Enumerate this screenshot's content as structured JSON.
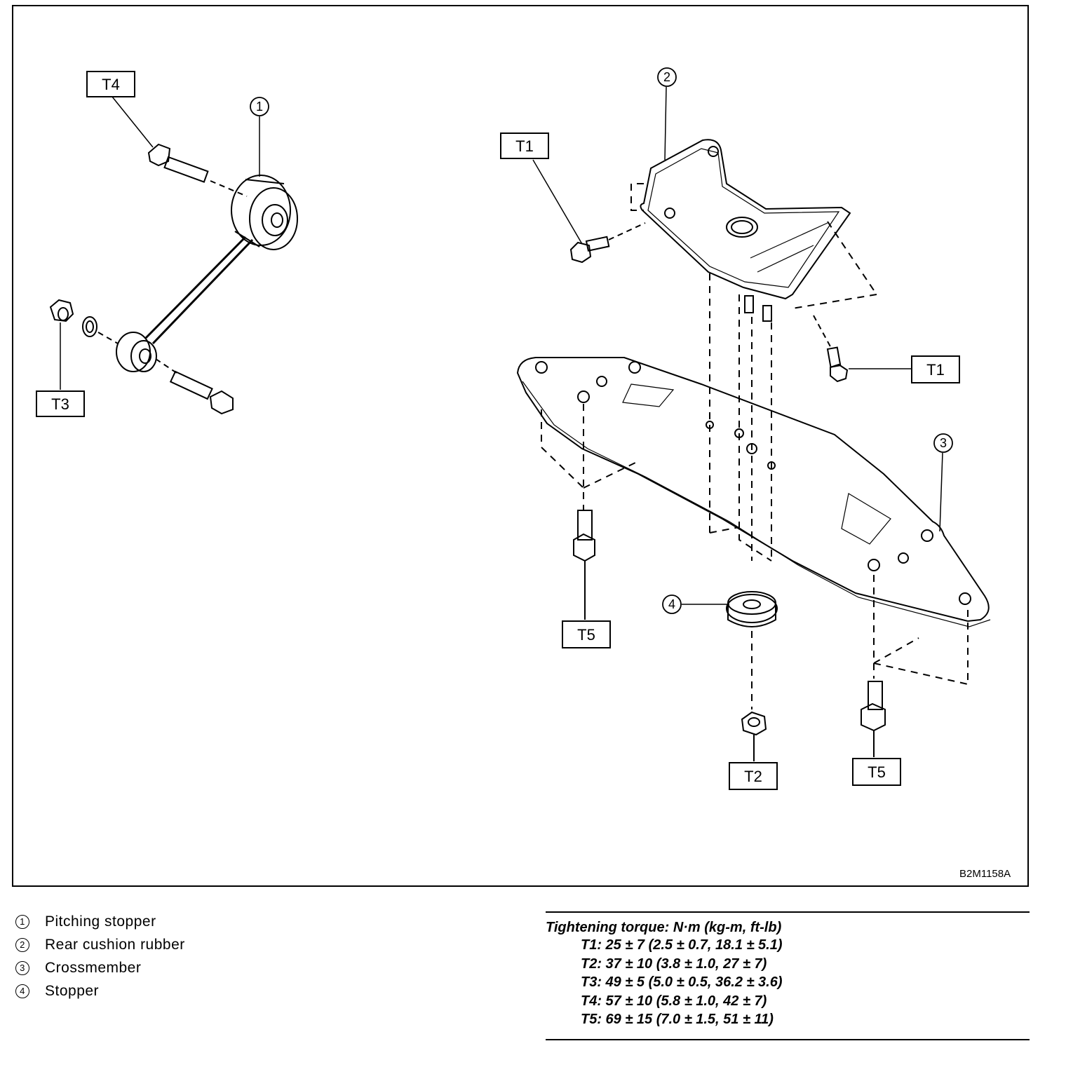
{
  "figure": {
    "id": "B2M1158A",
    "torque_tags": [
      "T4",
      "T1",
      "T3",
      "T1",
      "T5",
      "T2",
      "T5"
    ],
    "part_numbers": [
      "1",
      "2",
      "3",
      "4"
    ]
  },
  "legend": {
    "items": [
      {
        "number": "1",
        "label": "Pitching stopper"
      },
      {
        "number": "2",
        "label": "Rear cushion rubber"
      },
      {
        "number": "3",
        "label": "Crossmember"
      },
      {
        "number": "4",
        "label": "Stopper"
      }
    ]
  },
  "torque": {
    "title": "Tightening torque: N·m (kg-m, ft-lb)",
    "rows": [
      "T1: 25 ± 7 (2.5 ± 0.7, 18.1 ± 5.1)",
      "T2: 37 ± 10 (3.8 ± 1.0, 27 ± 7)",
      "T3: 49 ± 5 (5.0 ± 0.5, 36.2 ± 3.6)",
      "T4: 57 ± 10 (5.8 ± 1.0, 42 ± 7)",
      "T5: 69 ± 15 (7.0 ± 1.5, 51 ± 11)"
    ]
  }
}
